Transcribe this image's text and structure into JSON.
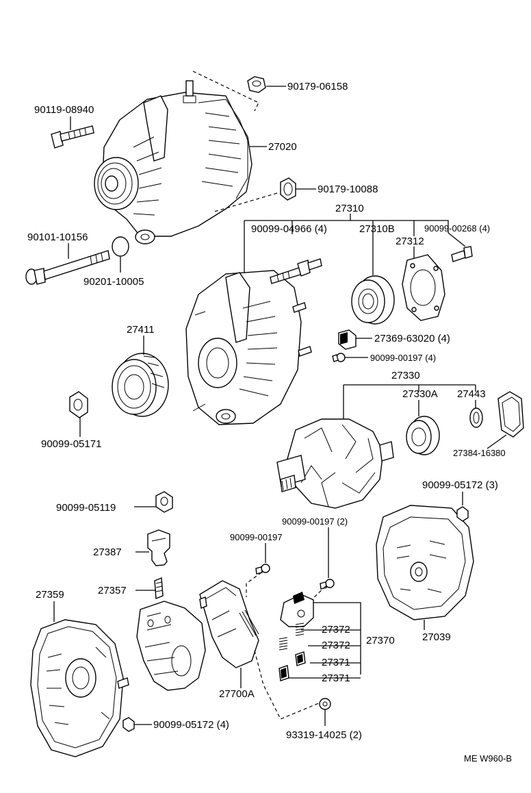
{
  "diagram": {
    "code": "ME W960-B",
    "labels": {
      "p90179_06158": "90179-06158",
      "p90119_08940": "90119-08940",
      "p27020": "27020",
      "p90179_10088": "90179-10088",
      "p27310": "27310",
      "p90101_10156": "90101-10156",
      "p90099_04966": "90099-04966 (4)",
      "p27310B": "27310B",
      "p90099_00268": "90099-00268 (4)",
      "p27312": "27312",
      "p90201_10005": "90201-10005",
      "p27411": "27411",
      "p27369_63020": "27369-63020 (4)",
      "p90099_00197_4": "90099-00197 (4)",
      "p27330": "27330",
      "p27330A": "27330A",
      "p27443": "27443",
      "p90099_05171": "90099-05171",
      "p27384_16380": "27384-16380",
      "p90099_05172_3": "90099-05172 (3)",
      "p90099_05119": "90099-05119",
      "p90099_00197_2": "90099-00197 (2)",
      "p90099_00197": "90099-00197",
      "p27387": "27387",
      "p27357": "27357",
      "p27359": "27359",
      "p27372a": "27372",
      "p27372b": "27372",
      "p27370": "27370",
      "p27371a": "27371",
      "p27371b": "27371",
      "p27039": "27039",
      "p27700A": "27700A",
      "p90099_05172_4": "90099-05172 (4)",
      "p93319_14025": "93319-14025 (2)"
    }
  }
}
